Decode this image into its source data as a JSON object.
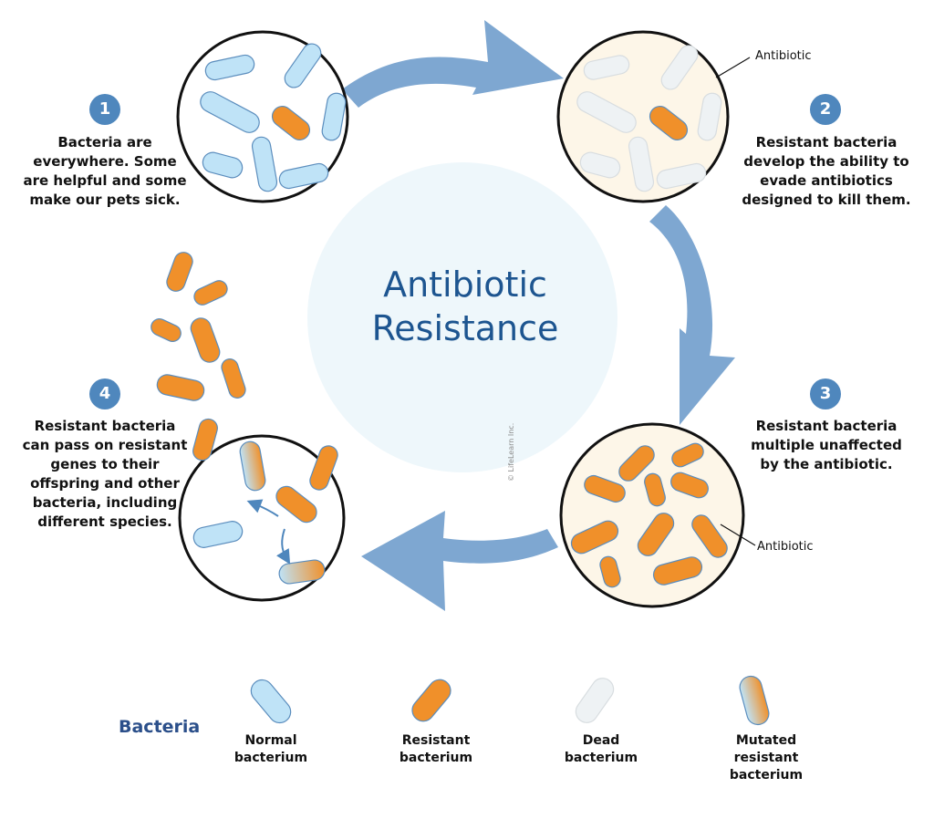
{
  "title": {
    "line1": "Antibiotic",
    "line2": "Resistance"
  },
  "steps": [
    {
      "number": "1",
      "text": "Bacteria are\neverywhere. Some\nare helpful and some\nmake our pets sick."
    },
    {
      "number": "2",
      "text": "Resistant bacteria\ndevelop the ability to\nevade antibiotics\ndesigned to kill them."
    },
    {
      "number": "3",
      "text": "Resistant bacteria\nmultiple unaffected\nby the antibiotic."
    },
    {
      "number": "4",
      "text": "Resistant bacteria\ncan pass on resistant\ngenes to their\noffspring and other\nbacteria, including\ndifferent species."
    }
  ],
  "callouts": {
    "top": "Antibiotic",
    "bottom": "Antibiotic"
  },
  "credit": "© LifeLearn Inc.",
  "legend": {
    "heading": "Bacteria",
    "items": [
      {
        "label": "Normal\nbacterium"
      },
      {
        "label": "Resistant\nbacterium"
      },
      {
        "label": "Dead\nbacterium"
      },
      {
        "label": "Mutated resistant\nbacterium"
      }
    ]
  },
  "colors": {
    "arrow": "#7ea7d1",
    "number_badge": "#4f87bd",
    "title": "#1d5590",
    "normal_fill": "#bfe3f7",
    "normal_stroke": "#5b8dbd",
    "resistant_fill": "#f0902a",
    "dead_fill": "#eef2f4",
    "antibiotic_bg": "#fdf6e8",
    "center_circle": "#eef7fb"
  }
}
